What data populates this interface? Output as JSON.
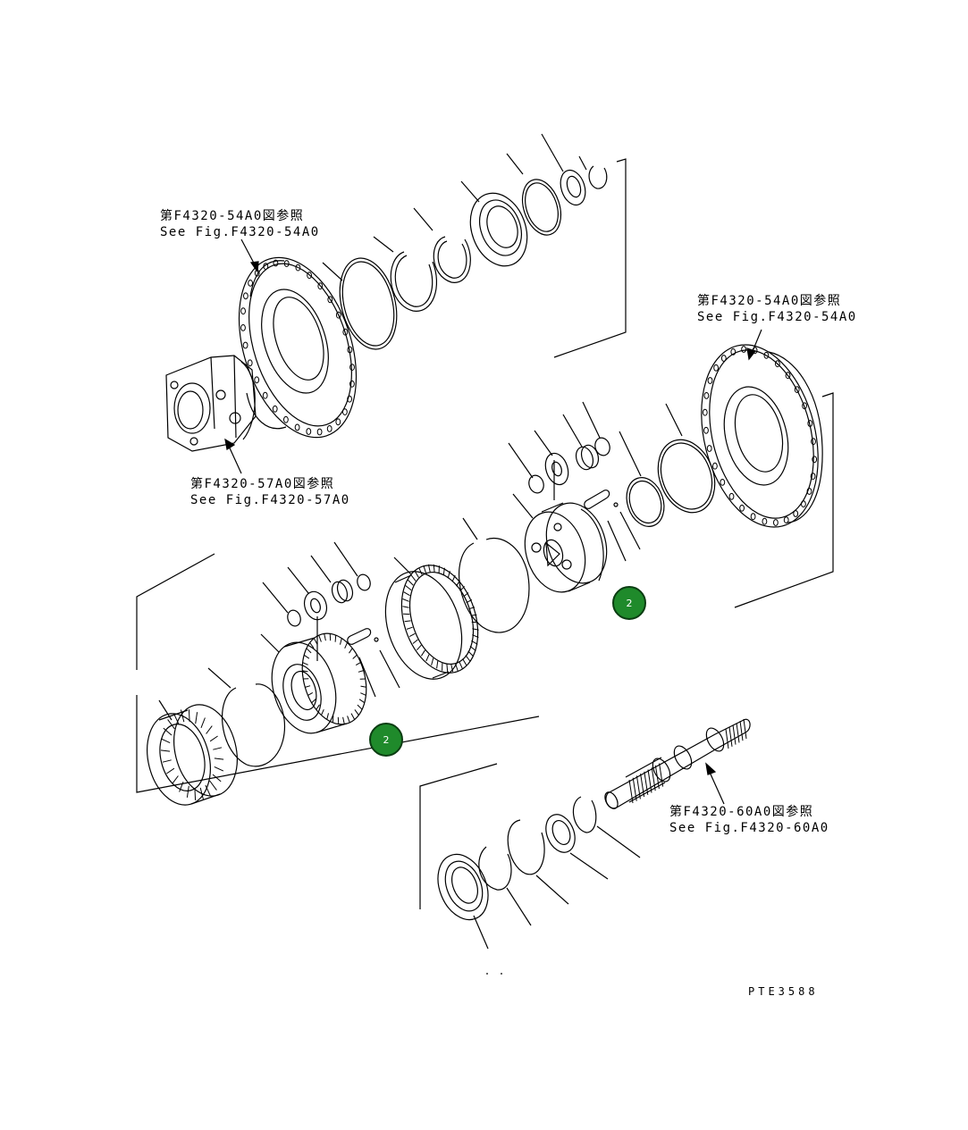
{
  "references": [
    {
      "id": "ref-top-left",
      "jp": "第F4320-54A0図参照",
      "en": "See Fig.F4320-54A0"
    },
    {
      "id": "ref-carrier",
      "jp": "第F4320-57A0図参照",
      "en": "See Fig.F4320-57A0"
    },
    {
      "id": "ref-right",
      "jp": "第F4320-54A0図参照",
      "en": "See Fig.F4320-54A0"
    },
    {
      "id": "ref-shaft",
      "jp": "第F4320-60A0図参照",
      "en": "See Fig.F4320-60A0"
    }
  ],
  "callouts": [
    {
      "id": "callout-1",
      "label": "2"
    },
    {
      "id": "callout-2",
      "label": "2"
    }
  ],
  "drawing_code": "PTE3588",
  "colors": {
    "line": "#000000",
    "badge_fill": "#1f8a2b",
    "badge_border": "#0b3d12",
    "badge_text": "#ffffff"
  }
}
